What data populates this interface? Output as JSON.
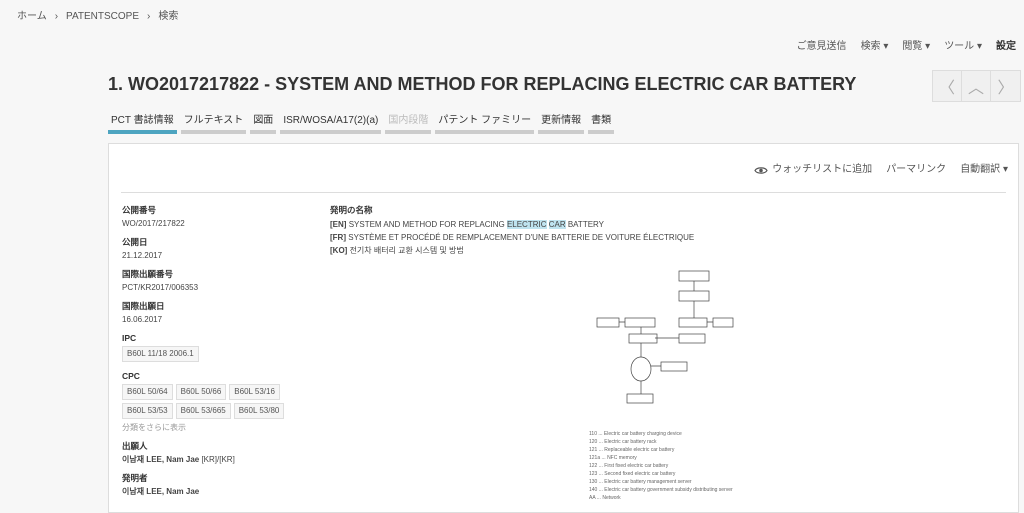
{
  "breadcrumb": [
    "ホーム",
    "PATENTSCOPE",
    "検索"
  ],
  "breadcrumb_sep": "›",
  "topmenu": {
    "feedback": "ご意見送信",
    "search": "検索 ▾",
    "browse": "閲覧 ▾",
    "tools": "ツール ▾",
    "settings": "設定"
  },
  "title": "1. WO2017217822 - SYSTEM AND METHOD FOR REPLACING ELECTRIC CAR BATTERY",
  "nav": {
    "prev": "〈",
    "up": "︿",
    "next": "〉"
  },
  "tabs": [
    {
      "label": "PCT 書誌情報"
    },
    {
      "label": "フルテキスト"
    },
    {
      "label": "図面"
    },
    {
      "label": "ISR/WOSA/A17(2)(a)"
    },
    {
      "label": "国内段階"
    },
    {
      "label": "パテント ファミリー"
    },
    {
      "label": "更新情報"
    },
    {
      "label": "書類"
    }
  ],
  "actions": {
    "watch_icon": "eye-icon",
    "watchlist": "ウォッチリストに追加",
    "permalink": "パーマリンク",
    "translate": "自動翻訳 ▾"
  },
  "meta": {
    "pub_no_label": "公開番号",
    "pub_no": "WO/2017/217822",
    "pub_date_label": "公開日",
    "pub_date": "21.12.2017",
    "app_no_label": "国際出願番号",
    "app_no": "PCT/KR2017/006353",
    "app_date_label": "国際出願日",
    "app_date": "16.06.2017",
    "ipc_label": "IPC",
    "ipc": [
      "B60L 11/18 2006.1"
    ],
    "cpc_label": "CPC",
    "cpc": [
      "B60L 50/64",
      "B60L 50/66",
      "B60L 53/16",
      "B60L 53/53",
      "B60L 53/665",
      "B60L 53/80"
    ],
    "more": "分類をさらに表示",
    "applicant_label": "出願人",
    "applicant": "이남재 LEE, Nam Jae",
    "applicant_cc": "[KR]/[KR]",
    "inventor_label": "発明者",
    "inventor": "이남재 LEE, Nam Jae"
  },
  "invention": {
    "label": "発明の名称",
    "en_tag": "[EN]",
    "en_a": "SYSTEM AND METHOD FOR REPLACING ",
    "en_hl1": "ELECTRIC",
    "en_hl2": "CAR",
    "en_b": " BATTERY",
    "fr_tag": "[FR]",
    "fr": "SYSTÈME ET PROCÉDÉ DE REMPLACEMENT D'UNE BATTERIE DE VOITURE ÉLECTRIQUE",
    "ko_tag": "[KO]",
    "ko": "전기차 배터리 교환 시스템 및 방법"
  },
  "drawing_legend": [
    "110 ... Electric car battery charging device",
    "120 ... Electric car battery rack",
    "121 ... Replaceable electric car battery",
    "121a ... NFC memory",
    "122 ... First fixed electric car battery",
    "123 ... Second fixed electric car battery",
    "130 ... Electric car battery management server",
    "140 ... Electric car battery government subsidy distributing server",
    "AA ... Network"
  ]
}
